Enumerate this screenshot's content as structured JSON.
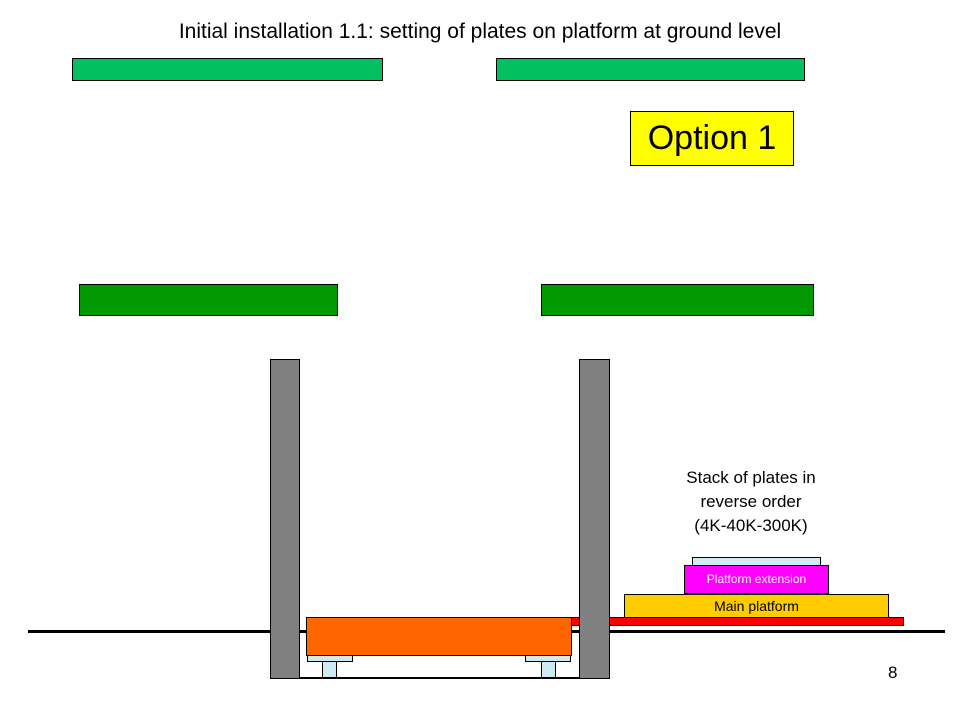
{
  "title": "Initial installation 1.1: setting of plates on platform at ground level",
  "option_label": "Option 1",
  "stack_label": {
    "line1": "Stack of plates in",
    "line2": "reverse order",
    "line3": "(4K-40K-300K)"
  },
  "platform_extension_label": "Platform extension",
  "main_platform_label": "Main platform",
  "page_number": "8",
  "colors": {
    "top_plates": "#00c060",
    "mid_plates": "#009900",
    "option_box": "#ffff00",
    "columns": "#808080",
    "cryostat_box": "#ff6600",
    "red_bar": "#ff0000",
    "main_platform": "#ffcc00",
    "platform_extension": "#ff00ff"
  }
}
